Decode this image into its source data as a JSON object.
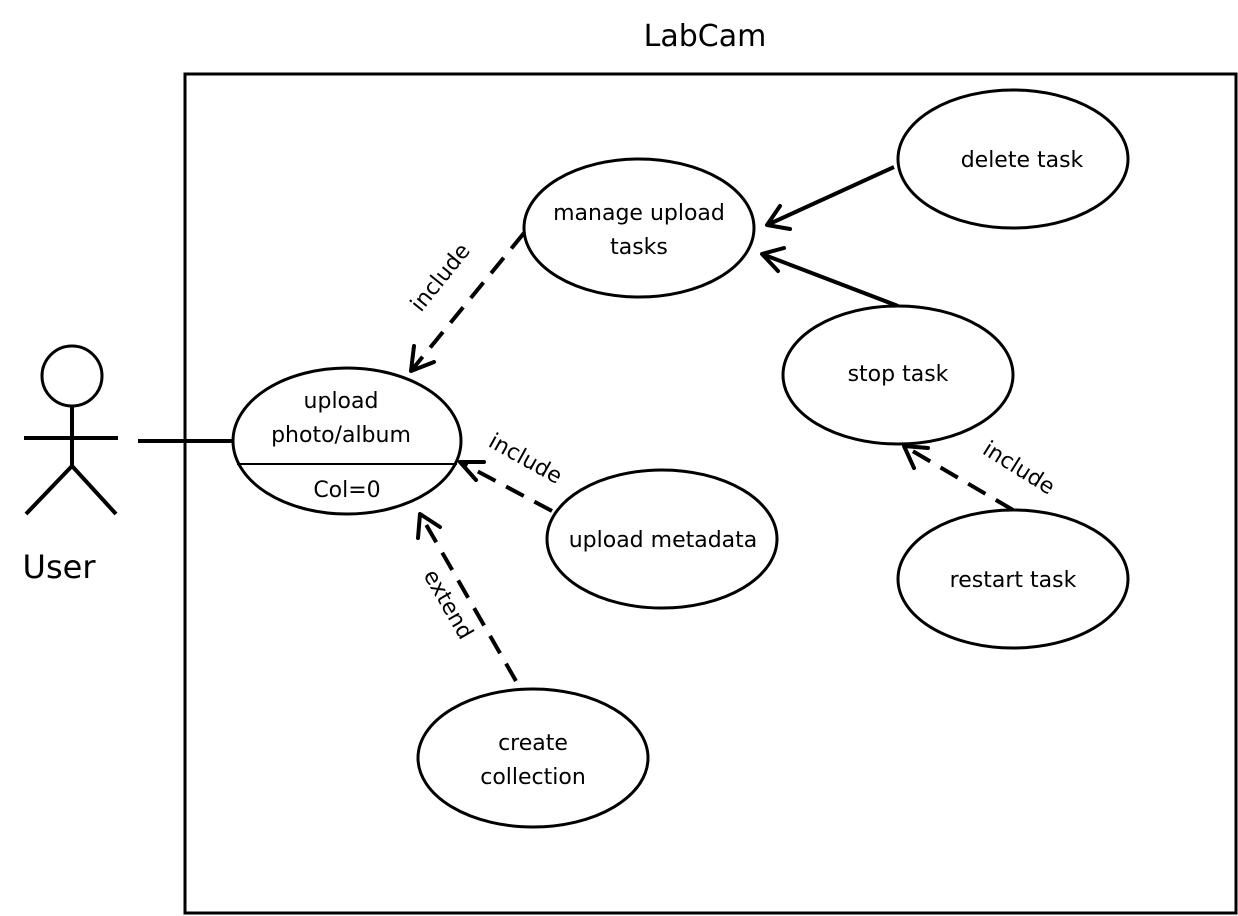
{
  "system": {
    "title": "LabCam"
  },
  "actor": {
    "label": "User"
  },
  "use_cases": {
    "upload": {
      "line1": "upload",
      "line2": "photo/album",
      "extension": "Col=0"
    },
    "manage": {
      "line1": "manage upload",
      "line2": "tasks"
    },
    "delete": {
      "line1": "delete task"
    },
    "stop": {
      "line1": "stop task"
    },
    "restart": {
      "line1": "restart task"
    },
    "metadata": {
      "line1": "upload metadata"
    },
    "collection": {
      "line1": "create",
      "line2": "collection"
    }
  },
  "relations": {
    "manage_to_upload": "include",
    "metadata_to_upload": "include",
    "collection_to_upload": "extend",
    "restart_to_stop": "include"
  }
}
